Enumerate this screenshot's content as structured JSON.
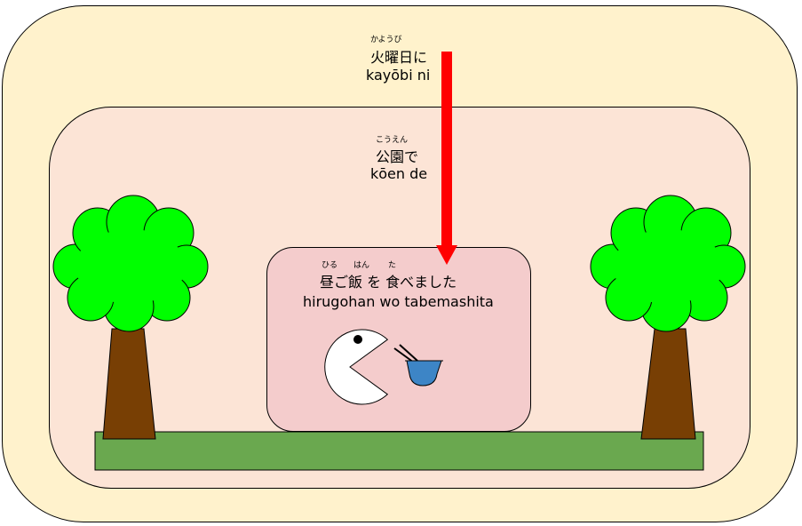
{
  "time": {
    "furigana": "かようび",
    "japanese": "火曜日に",
    "romaji": "kayōbi ni"
  },
  "place": {
    "furigana": "こうえん",
    "japanese": "公園で",
    "romaji": "kōen de"
  },
  "action": {
    "furigana_1": "ひる",
    "furigana_2": "はん",
    "furigana_3": "た",
    "japanese": "昼ご飯 を 食べました",
    "romaji": "hirugohan wo tabemashita"
  },
  "colors": {
    "outer_box": "#fff2cc",
    "middle_box": "#fce4d6",
    "inner_box": "#f4cccc",
    "arrow": "#ff0000",
    "grass": "#6aa84f",
    "tree_foliage": "#00ff00",
    "tree_trunk": "#783f04",
    "bowl": "#3d85c6"
  },
  "icons": {
    "character": "pacman-eating-icon",
    "bowl": "rice-bowl-with-chopsticks-icon",
    "tree": "tree-icon"
  }
}
